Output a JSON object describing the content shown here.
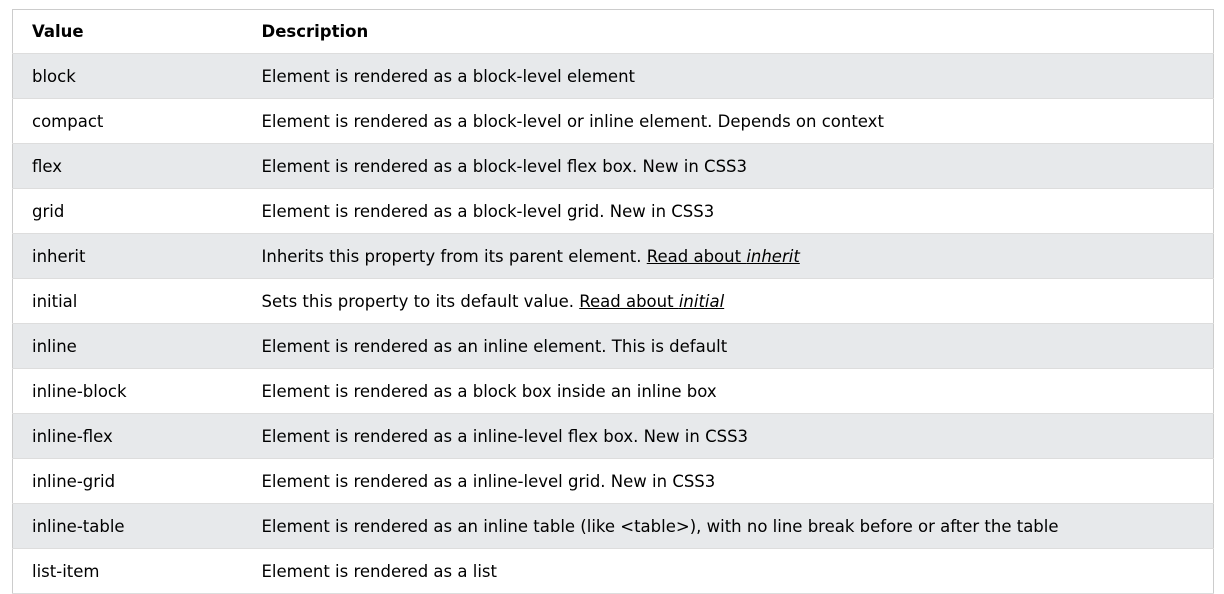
{
  "table": {
    "headers": {
      "value": "Value",
      "description": "Description"
    },
    "rows": [
      {
        "value": "block",
        "description": "Element is rendered as a block-level element"
      },
      {
        "value": "compact",
        "description": "Element is rendered as a block-level or inline element. Depends on context"
      },
      {
        "value": "flex",
        "description": "Element is rendered as a block-level flex box. New in CSS3"
      },
      {
        "value": "grid",
        "description": "Element is rendered as a block-level grid. New in CSS3"
      },
      {
        "value": "inherit",
        "description": "Inherits this property from its parent element.",
        "link_prefix": "Read about ",
        "link_term": "inherit"
      },
      {
        "value": "initial",
        "description": "Sets this property to its default value.",
        "link_prefix": "Read about ",
        "link_term": "initial"
      },
      {
        "value": "inline",
        "description": "Element is rendered as an inline element. This is default"
      },
      {
        "value": "inline-block",
        "description": "Element is rendered as a block box inside an inline box"
      },
      {
        "value": "inline-flex",
        "description": "Element is rendered as a inline-level flex box. New in CSS3"
      },
      {
        "value": "inline-grid",
        "description": "Element is rendered as a inline-level grid. New in CSS3"
      },
      {
        "value": "inline-table",
        "description": "Element is rendered as an inline table (like <table>), with no line break before or after the table"
      },
      {
        "value": "list-item",
        "description": "Element is rendered as a list"
      }
    ]
  }
}
